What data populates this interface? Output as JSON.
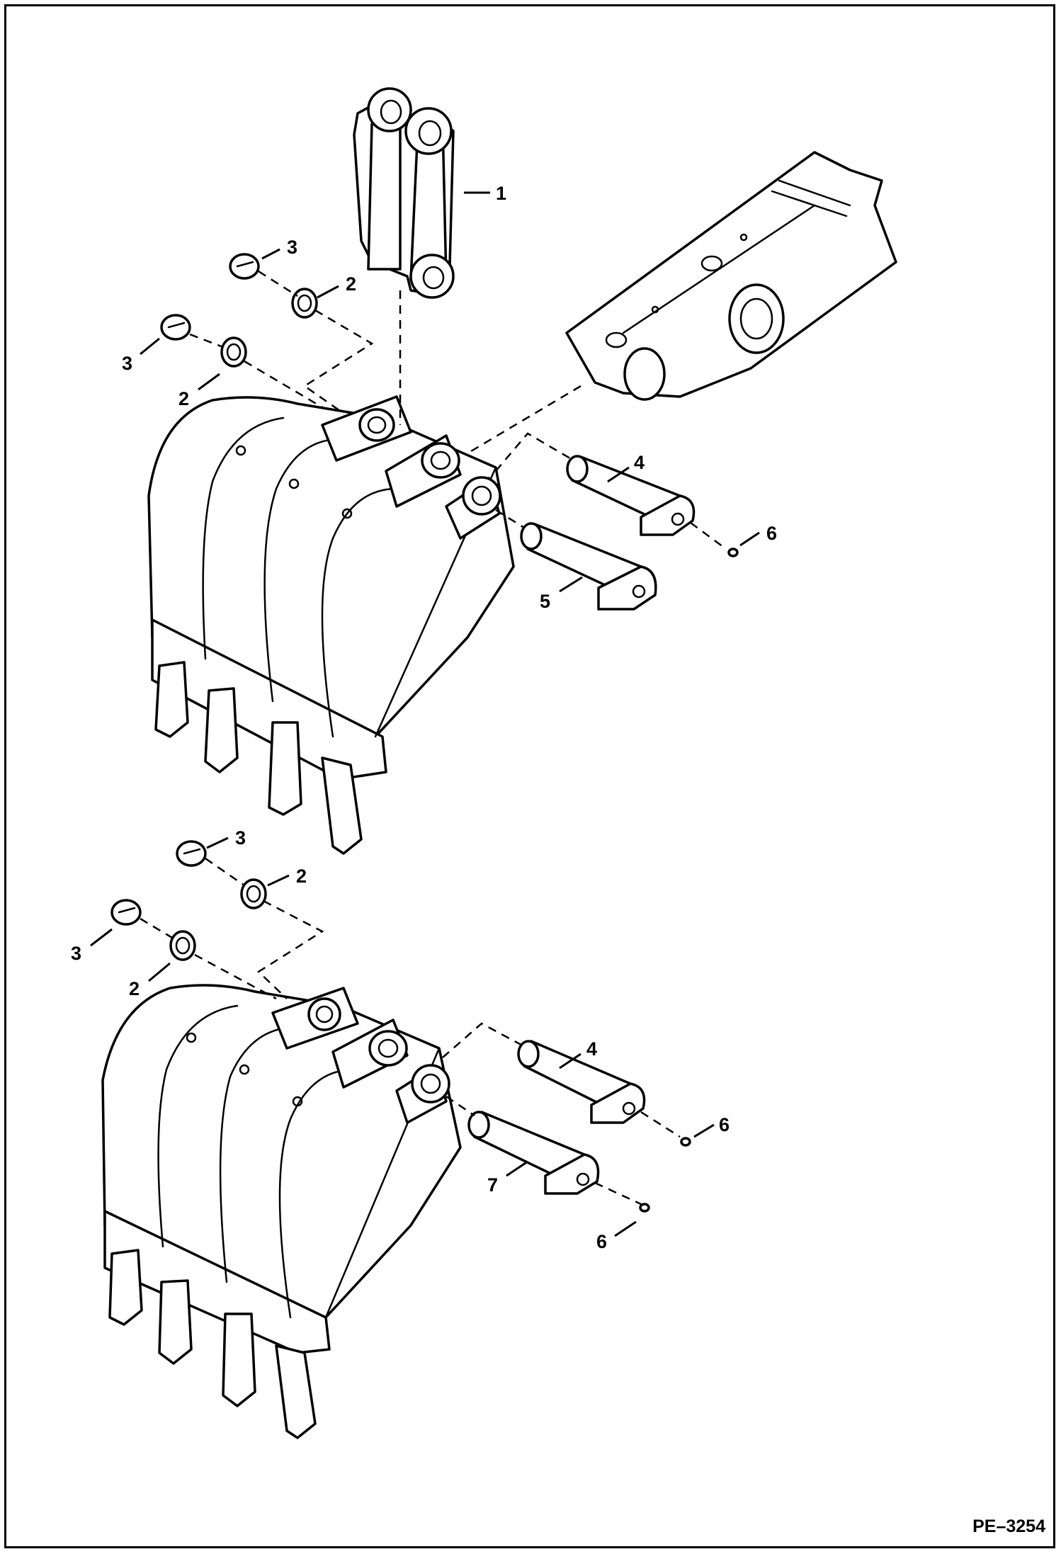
{
  "diagram": {
    "reference_code": "PE–3254",
    "callouts": {
      "link": "1",
      "spacer_upper_right": "2",
      "spacer_upper_left": "2",
      "clip_upper_right": "3",
      "clip_upper_left": "3",
      "pin_upper_4": "4",
      "pin_upper_5": "5",
      "nut_upper_6": "6",
      "spacer_lower_right": "2",
      "spacer_lower_left": "2",
      "clip_lower_right": "3",
      "clip_lower_left": "3",
      "pin_lower_4": "4",
      "pin_lower_7": "7",
      "nut_lower_6a": "6",
      "nut_lower_6b": "6"
    }
  }
}
